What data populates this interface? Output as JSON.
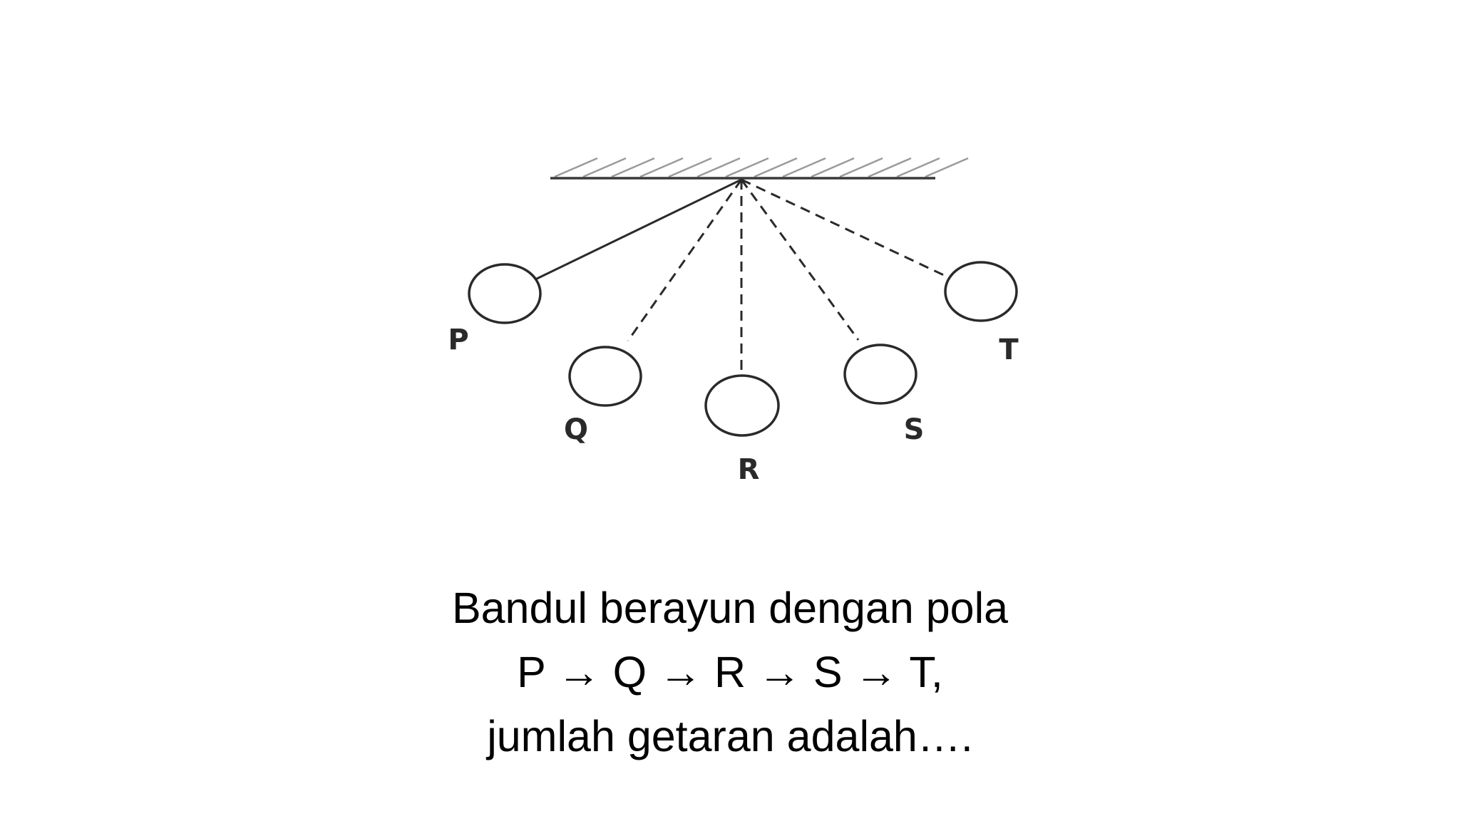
{
  "diagram": {
    "bobs": [
      {
        "label": "P"
      },
      {
        "label": "Q"
      },
      {
        "label": "R"
      },
      {
        "label": "S"
      },
      {
        "label": "T"
      }
    ]
  },
  "question": {
    "line1": "Bandul berayun dengan pola",
    "line2": "P → Q → R → S → T,",
    "line3": "jumlah getaran adalah…."
  }
}
